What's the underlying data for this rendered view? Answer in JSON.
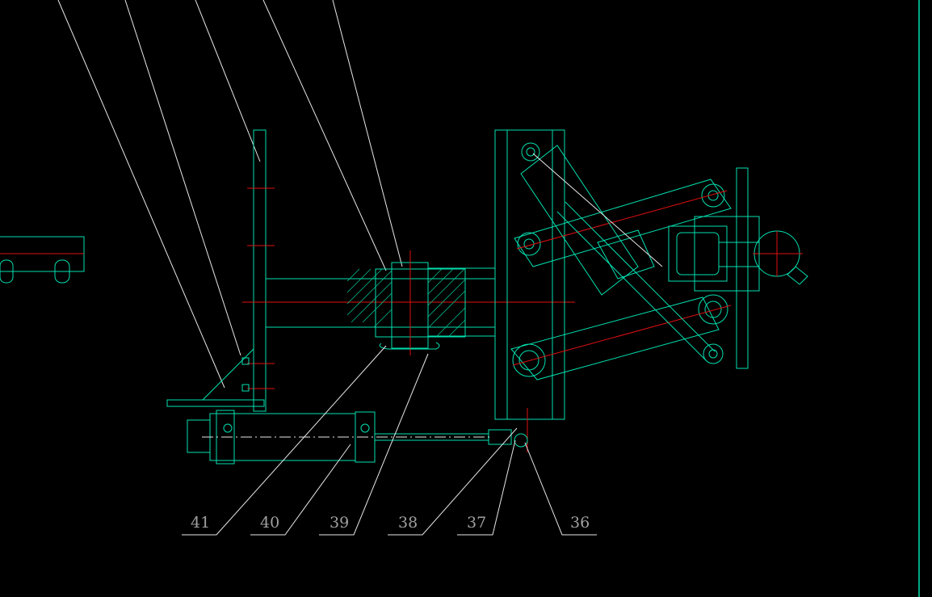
{
  "colors": {
    "background": "#000000",
    "outline": "#00e0b0",
    "centerline": "#e01010",
    "leader": "#e8e8e8",
    "callout_text": "#a0a0a0"
  },
  "callouts": [
    {
      "label": "41"
    },
    {
      "label": "40"
    },
    {
      "label": "39"
    },
    {
      "label": "38"
    },
    {
      "label": "37"
    },
    {
      "label": "36"
    }
  ]
}
